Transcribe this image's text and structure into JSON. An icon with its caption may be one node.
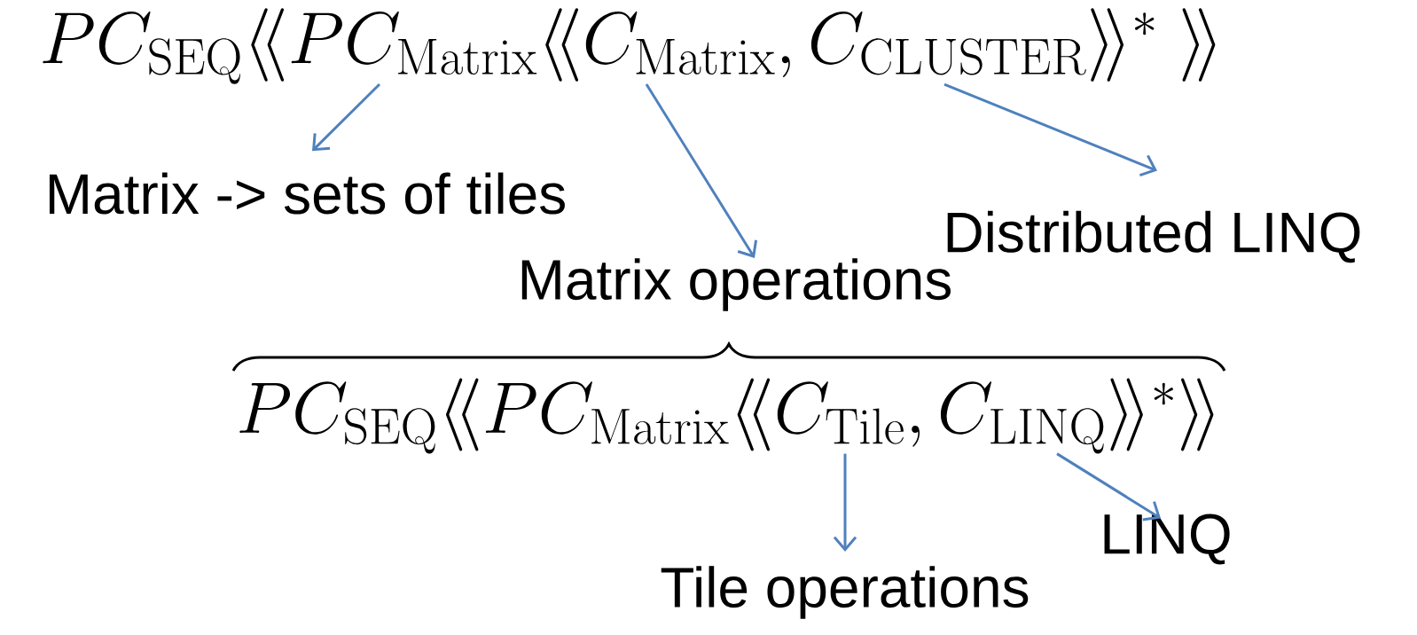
{
  "diagram": {
    "nodes": [
      {
        "text": [
          "PC_{\\mathrm{SEQ}}\\langle\\!\\langle PC_{\\mathrm{Matrix}}\\langle\\!\\langle C_{\\mathrm{Matrix}}, C_{\\mathrm{CLUSTER}}\\rangle\\!\\rangle^{*}\\ \\rangle\\!\\rangle"
        ]
      },
      {
        "text": [
          "Matrix -> sets of tiles"
        ]
      },
      {
        "text": [
          "Distributed LINQ"
        ]
      },
      {
        "text": [
          "Matrix operations"
        ]
      },
      {
        "text": [
          "PC_{\\mathrm{SEQ}}\\langle\\!\\langle PC_{\\mathrm{Matrix}}\\langle\\!\\langle C_{\\mathrm{Tile}}, C_{\\mathrm{LINQ}}\\rangle\\!\\rangle^{*}\\rangle\\!\\rangle"
        ]
      },
      {
        "text": [
          "Tile operations"
        ]
      },
      {
        "text": [
          "LINQ"
        ]
      }
    ],
    "edges": [
      {
        "from": 0,
        "to": 1,
        "arrow": "to"
      },
      {
        "from": 0,
        "to": 3,
        "arrow": "to"
      },
      {
        "from": 0,
        "to": 2,
        "arrow": "to"
      },
      {
        "from": 4,
        "to": 5,
        "arrow": "to"
      },
      {
        "from": 4,
        "to": 6,
        "arrow": "to"
      }
    ]
  }
}
